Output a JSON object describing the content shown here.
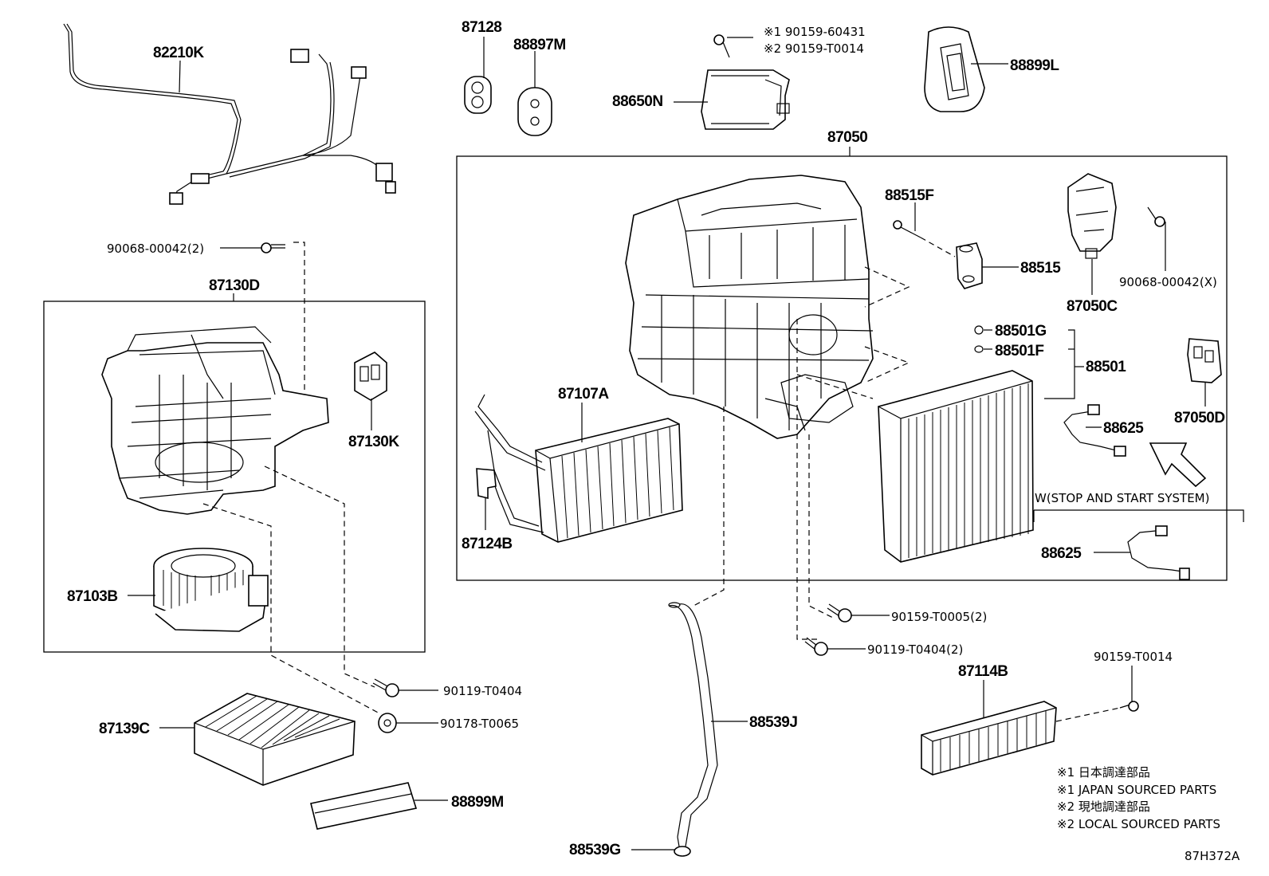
{
  "labels": {
    "p82210K": "82210K",
    "p87128": "87128",
    "p88897M": "88897M",
    "note1_90159_60431": "※1 90159-60431",
    "note2_90159_T0014": "※2 90159-T0014",
    "p88650N": "88650N",
    "p88899L": "88899L",
    "p87050": "87050",
    "p90068_00042_2": "90068-00042(2)",
    "p87130D": "87130D",
    "p87130K": "87130K",
    "p87103B": "87103B",
    "p88515F": "88515F",
    "p88515": "88515",
    "p87050C": "87050C",
    "p90068_00042_X": "90068-00042(X)",
    "p88501G": "88501G",
    "p88501F": "88501F",
    "p88501": "88501",
    "p87107A": "87107A",
    "p88625a": "88625",
    "p87050D": "87050D",
    "stop_start": "W(STOP AND START SYSTEM)",
    "p88625b": "88625",
    "p87124B": "87124B",
    "p90159_T0005_2": "90159-T0005(2)",
    "p90119_T0404_2": "90119-T0404(2)",
    "p90159_T0014": "90159-T0014",
    "p87114B": "87114B",
    "p90119_T0404": "90119-T0404",
    "p90178_T0065": "90178-T0065",
    "p87139C": "87139C",
    "p88539J": "88539J",
    "p88899M": "88899M",
    "p88539G": "88539G"
  },
  "notes": {
    "line1": "※1 日本調達部品",
    "line2": "※1 JAPAN SOURCED PARTS",
    "line3": "※2 現地調達部品",
    "line4": "※2 LOCAL SOURCED PARTS"
  },
  "diagram_id": "87H372A"
}
